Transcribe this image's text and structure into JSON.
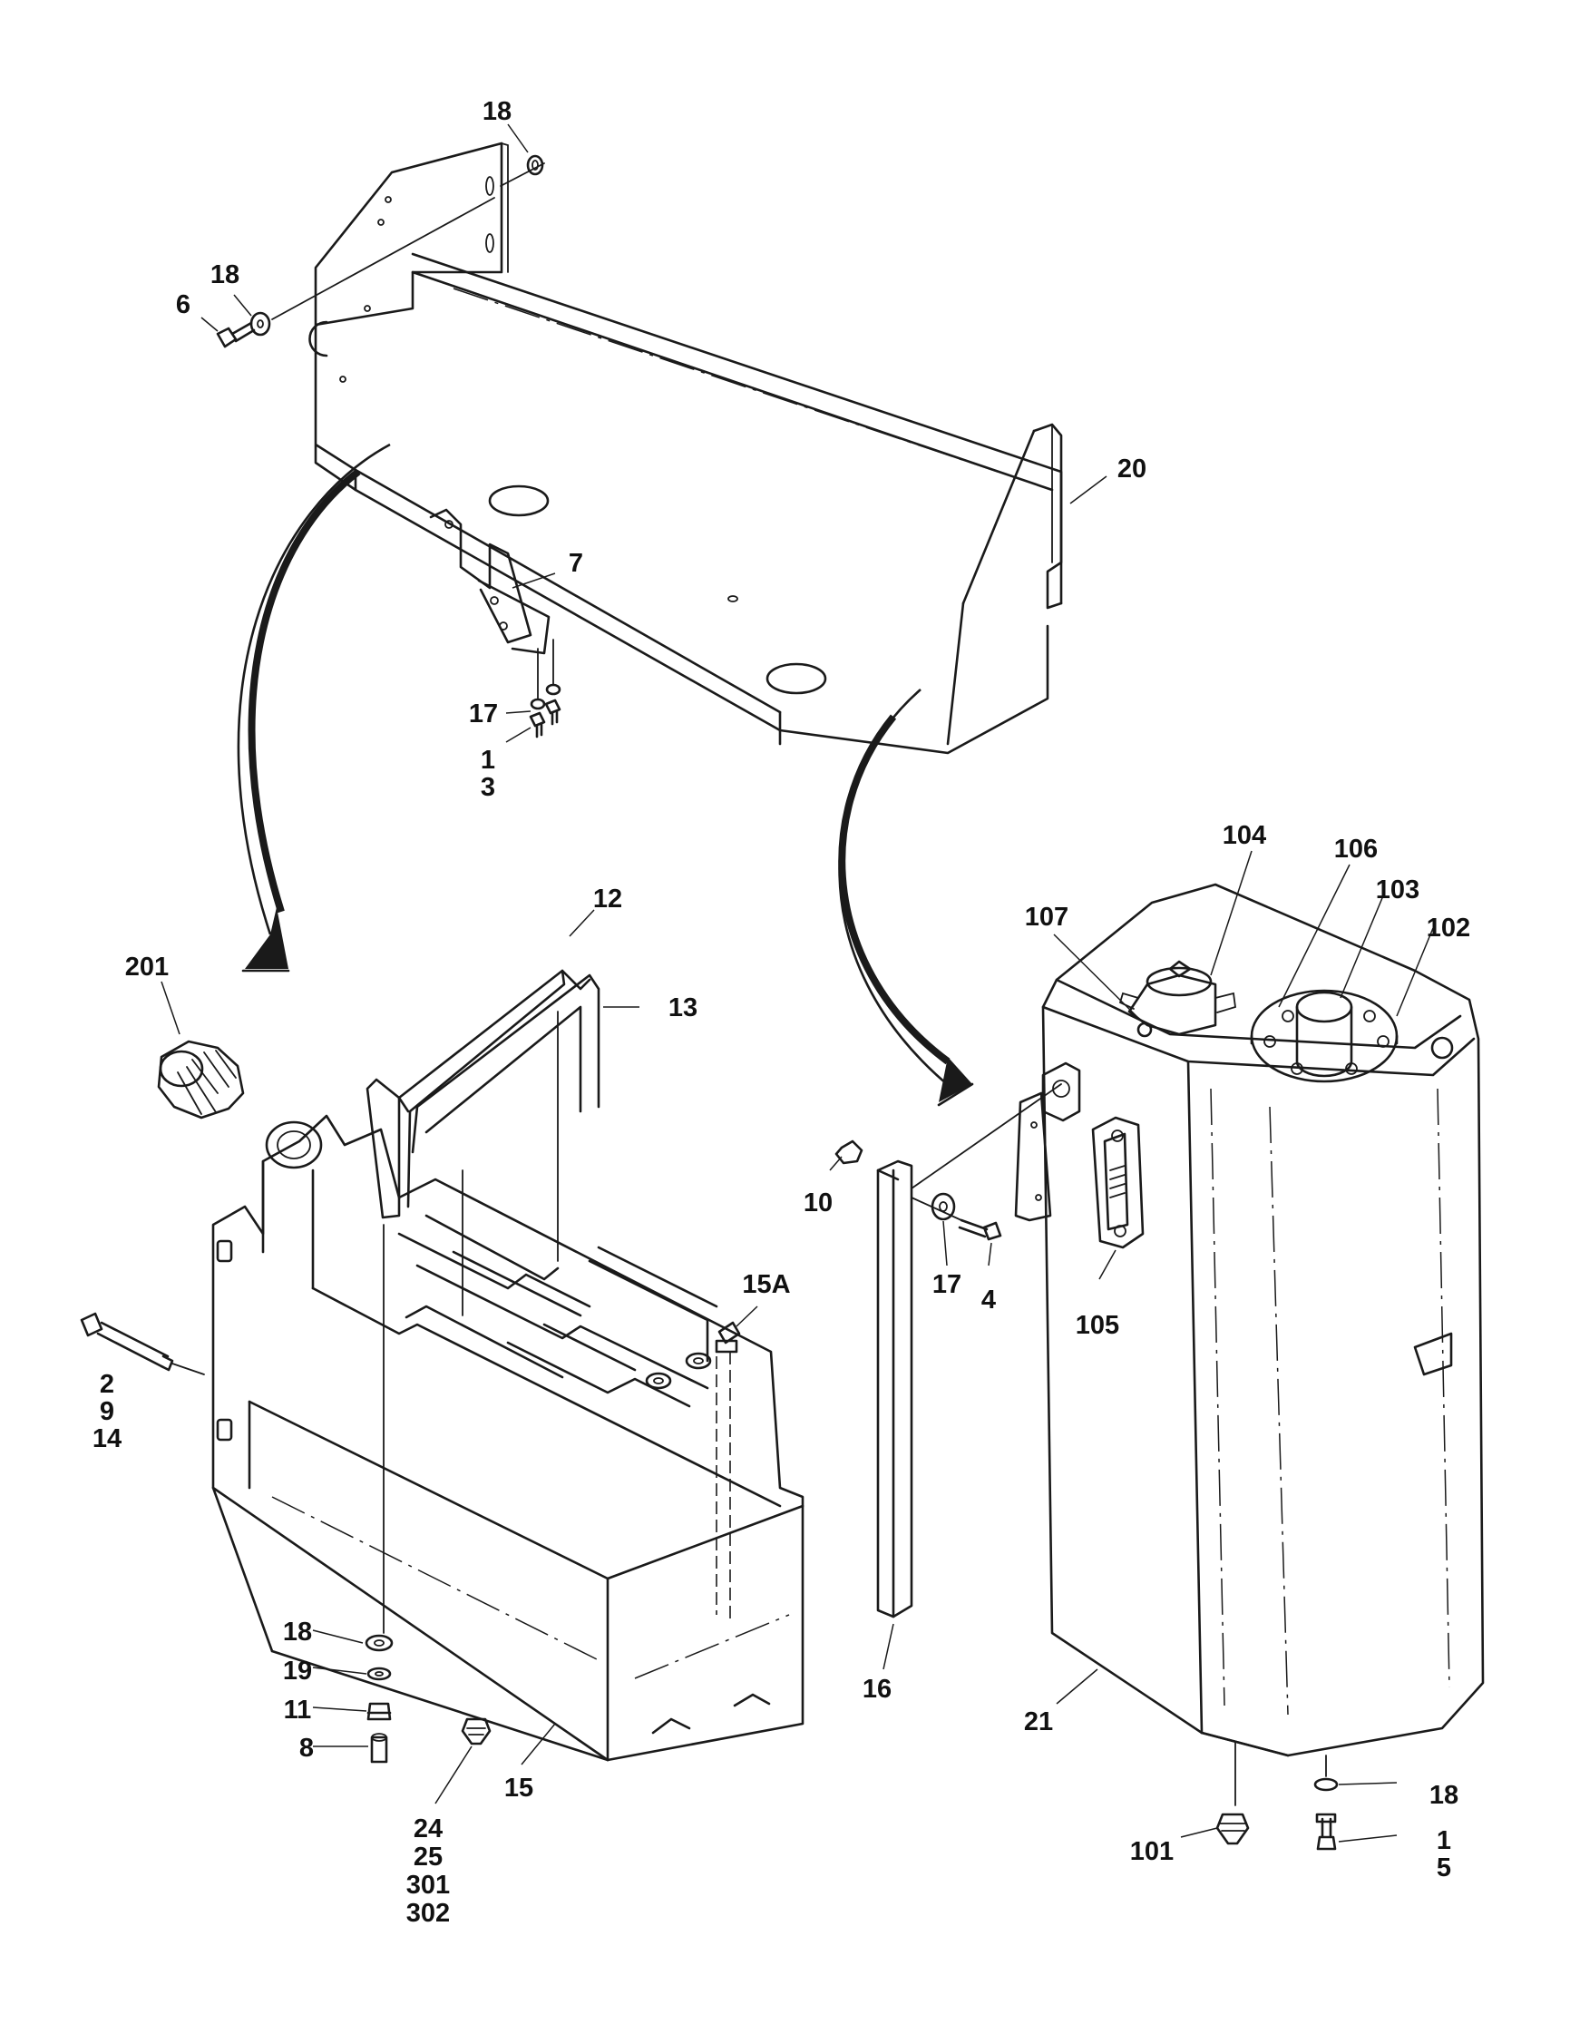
{
  "callouts": {
    "c18_top": "18",
    "c18_left": "18",
    "c6": "6",
    "c20": "20",
    "c7": "7",
    "c17_bracket": "17",
    "c1_bracket": "1",
    "c3_bracket": "3",
    "c12": "12",
    "c13": "13",
    "c201": "201",
    "c15A": "15A",
    "c2": "2",
    "c9": "9",
    "c14": "14",
    "c18_fuel": "18",
    "c19": "19",
    "c11": "11",
    "c8": "8",
    "c24": "24",
    "c25": "25",
    "c301": "301",
    "c302": "302",
    "c15": "15",
    "c104": "104",
    "c106": "106",
    "c103": "103",
    "c102": "102",
    "c107": "107",
    "c10": "10",
    "c17_strap": "17",
    "c4": "4",
    "c105": "105",
    "c16": "16",
    "c21": "21",
    "c18_hyd": "18",
    "c1_hyd": "1",
    "c5_hyd": "5",
    "c101": "101"
  }
}
